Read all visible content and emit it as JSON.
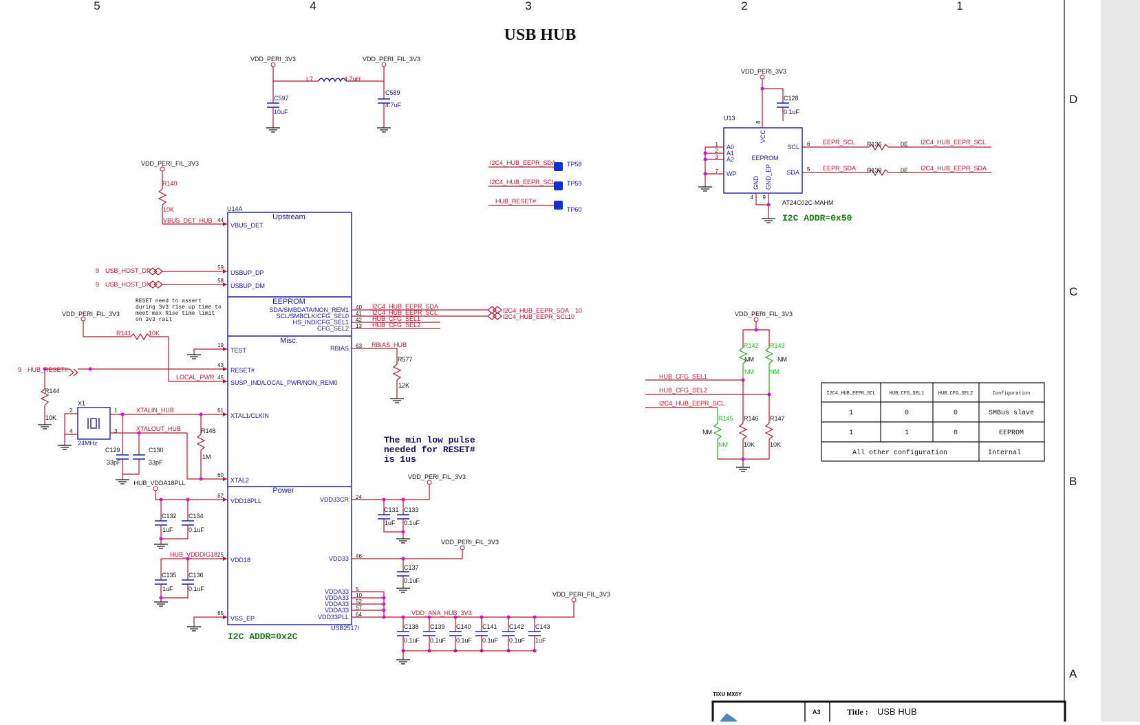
{
  "title": "USB HUB",
  "zones": [
    "5",
    "4",
    "3",
    "2",
    "1"
  ],
  "rows": [
    "D",
    "C",
    "B",
    "A"
  ],
  "power_nets": {
    "peri": "VDD_PERI_3V3",
    "fil": "VDD_PERI_FIL_3V3",
    "pll": "HUB_VDDA18PLL"
  },
  "filter": {
    "inductor": "L7",
    "inductor_value": "4.7uH",
    "c_in": "C597",
    "c_in_value": "10uF",
    "c_out": "C589",
    "c_out_value": "4.7uF"
  },
  "test_points": [
    {
      "net": "I2C4_HUB_EEPR_SDA",
      "ref": "TP58"
    },
    {
      "net": "I2C4_HUB_EEPR_SCL",
      "ref": "TP59"
    },
    {
      "net": "HUB_RESET#",
      "ref": "TP60"
    }
  ],
  "hub": {
    "ref": "U14A",
    "part": "USB2517I",
    "addr": "I2C ADDR=0x2C",
    "sections": [
      "Upstream",
      "EEPROM",
      "Misc.",
      "Power"
    ],
    "left_pins": [
      {
        "num": "44",
        "name": "VBUS_DET"
      },
      {
        "num": "59",
        "name": "USBUP_DP"
      },
      {
        "num": "58",
        "name": "USBUP_DM"
      },
      {
        "num": "19",
        "name": "TEST"
      },
      {
        "num": "43",
        "name": "RESET#"
      },
      {
        "num": "45",
        "name": "SUSP_IND/LOCAL_PWR/NON_REM0"
      },
      {
        "num": "61",
        "name": "XTAL1/CLKIN"
      },
      {
        "num": "60",
        "name": "XTAL2"
      },
      {
        "num": "62",
        "name": "VDD18PLL"
      },
      {
        "num": "25",
        "name": "VDD18"
      },
      {
        "num": "65",
        "name": "VSS_EP"
      }
    ],
    "right_pins": [
      {
        "num": "40",
        "name": "SDA/SMBDATA/NON_REM1"
      },
      {
        "num": "41",
        "name": "SCL/SMBCLK/CFG_SEL0"
      },
      {
        "num": "42",
        "name": "HS_IND/CFG_SEL1"
      },
      {
        "num": "13",
        "name": "CFG_SEL2"
      },
      {
        "num": "63",
        "name": "RBIAS"
      },
      {
        "num": "24",
        "name": "VDD33CR"
      },
      {
        "num": "46",
        "name": "VDD33"
      },
      {
        "num": "5",
        "name": "VDDA33"
      },
      {
        "num": "10",
        "name": "VDDA33"
      },
      {
        "num": "52",
        "name": "VDDA33"
      },
      {
        "num": "57",
        "name": "VDDA33"
      },
      {
        "num": "64",
        "name": "VDD33PLL"
      }
    ]
  },
  "nets": {
    "vbus_det": "VBUS_DET_HUB",
    "host_dp": "USB_HOST_DP",
    "host_dn": "USB_HOST_DN",
    "host_ref": "9",
    "reset": "HUB_RESET#",
    "local_pwr": "LOCAL_PWR",
    "xtalin": "XTALIN_HUB",
    "xtalout": "XTALOUT_HUB",
    "rbias": "RBIAS_HUB",
    "sda": "I2C4_HUB_EEPR_SDA",
    "scl": "I2C4_HUB_EEPR_SCL",
    "cfg1": "HUB_CFG_SEL1",
    "cfg2": "HUB_CFG_SEL2",
    "sheet_ref": "10",
    "vdddig": "HUB_VDDDIG18",
    "vdd_ana": "VDD_ANA_HUB_3V3",
    "eepr_scl": "EEPR_SCL",
    "eepr_sda": "EEPR_SDA"
  },
  "reset_note": "RESET need to assert\nduring 3v3 rise up time to\nmeet max Rise time limit\non 3v3 rail",
  "pulse_note": "The min low pulse\nneeded for RESET#\nis 1us",
  "components": {
    "r140": {
      "ref": "R140",
      "val": "10K"
    },
    "r141": {
      "ref": "R141",
      "val": "10K"
    },
    "r144": {
      "ref": "R144",
      "val": "10K"
    },
    "r148": {
      "ref": "R148",
      "val": "1M"
    },
    "r577": {
      "ref": "R577",
      "val": "12K"
    },
    "x1": {
      "ref": "X1",
      "val": "24MHz"
    },
    "c129": {
      "ref": "C129",
      "val": "33pF"
    },
    "c130": {
      "ref": "C130",
      "val": "33pF"
    },
    "c131": {
      "ref": "C131",
      "val": "1uF"
    },
    "c133": {
      "ref": "C133",
      "val": "0.1uF"
    },
    "c132": {
      "ref": "C132",
      "val": "1uF"
    },
    "c134": {
      "ref": "C134",
      "val": "0.1uF"
    },
    "c135": {
      "ref": "C135",
      "val": "1uF"
    },
    "c136": {
      "ref": "C136",
      "val": "0.1uF"
    },
    "c137": {
      "ref": "C137",
      "val": "0.1uF"
    },
    "bank": [
      {
        "ref": "C138",
        "val": "0.1uF"
      },
      {
        "ref": "C139",
        "val": "0.1uF"
      },
      {
        "ref": "C140",
        "val": "0.1uF"
      },
      {
        "ref": "C141",
        "val": "0.1uF"
      },
      {
        "ref": "C142",
        "val": "0.1uF"
      },
      {
        "ref": "C143",
        "val": "1uF"
      }
    ]
  },
  "eeprom": {
    "ref": "U13",
    "part": "AT24C02C-MAHM",
    "label": "EEPROM",
    "addr": "I2C ADDR=0x50",
    "cap": {
      "ref": "C128",
      "val": "0.1uF"
    },
    "pins": [
      {
        "num": "1",
        "name": "A0"
      },
      {
        "num": "2",
        "name": "A1"
      },
      {
        "num": "3",
        "name": "A2"
      },
      {
        "num": "7",
        "name": "WP"
      },
      {
        "num": "8",
        "name": "VCC"
      },
      {
        "num": "4",
        "name": "GND"
      },
      {
        "num": "9",
        "name": "GND_EP"
      },
      {
        "num": "6",
        "name": "SCL"
      },
      {
        "num": "5",
        "name": "SDA"
      }
    ],
    "r_scl": {
      "ref": "R136",
      "val": "0E"
    },
    "r_sda": {
      "ref": "R139",
      "val": "0E"
    }
  },
  "strap": {
    "r142": {
      "ref": "R142",
      "val": "NM",
      "val2": "NM"
    },
    "r143": {
      "ref": "R143",
      "val": "NM",
      "val2": "NM"
    },
    "r145": {
      "ref": "R145",
      "val": "NM",
      "val2": "NM"
    },
    "r146": {
      "ref": "R146",
      "val": "10K"
    },
    "r147": {
      "ref": "R147",
      "val": "10K"
    }
  },
  "config_table": {
    "headers": [
      "I2C4_HUB_EEPR_SCL",
      "HUB_CFG_SEL1",
      "HUB_CFG_SEL2",
      "Configuration"
    ],
    "rows": [
      [
        "1",
        "0",
        "0",
        "SMBus slave"
      ],
      [
        "1",
        "1",
        "0",
        "EEPROM"
      ],
      [
        "All other configuration",
        "Internal"
      ]
    ]
  },
  "title_block": {
    "company": "TIXU MX6Y",
    "size": "A3",
    "title_label": "Title :",
    "title": "USB HUB"
  }
}
